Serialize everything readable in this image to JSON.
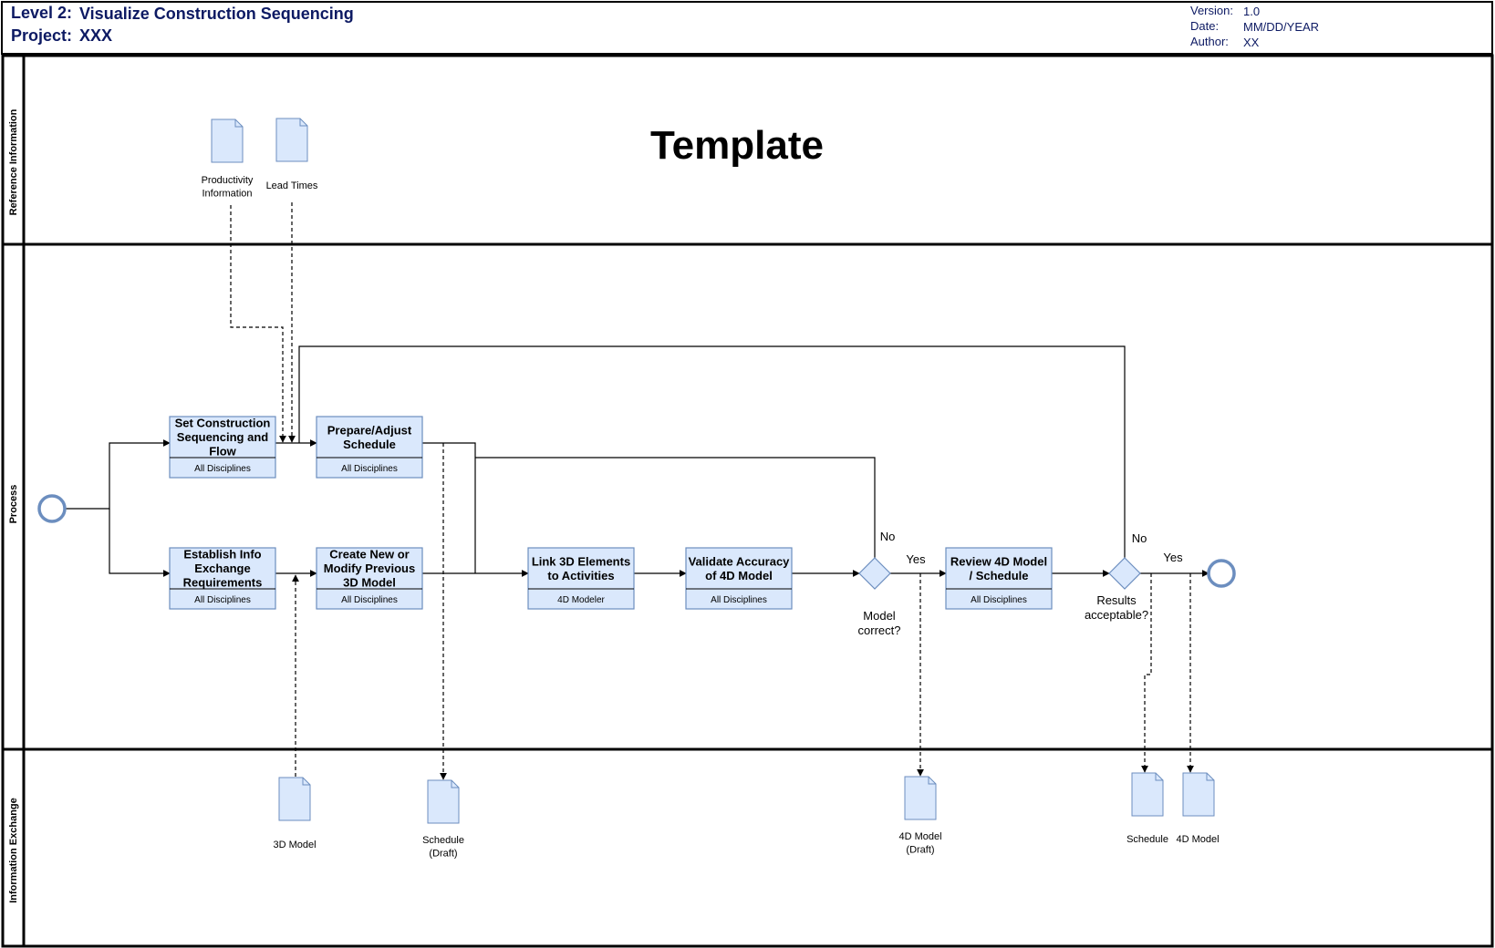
{
  "header": {
    "level_label": "Level 2:",
    "title": "Visualize Construction Sequencing",
    "project_label": "Project:",
    "project_value": "XXX",
    "version_label": "Version:",
    "version_value": "1.0",
    "date_label": "Date:",
    "date_value": "MM/DD/YEAR",
    "author_label": "Author:",
    "author_value": "XX"
  },
  "lanes": {
    "reference": "Reference Information",
    "process": "Process",
    "exchange": "Information Exchange"
  },
  "watermark": "Template",
  "reference_docs": [
    {
      "lines": [
        "Productivity",
        "Information"
      ]
    },
    {
      "lines": [
        "Lead Times"
      ]
    }
  ],
  "tasks": [
    {
      "id": "set-seq",
      "lines": [
        "Set Construction",
        "Sequencing and",
        "Flow"
      ],
      "role": "All Disciplines"
    },
    {
      "id": "prepare",
      "lines": [
        "Prepare/Adjust",
        "Schedule"
      ],
      "role": "All Disciplines"
    },
    {
      "id": "establish",
      "lines": [
        "Establish Info",
        "Exchange",
        "Requirements"
      ],
      "role": "All Disciplines"
    },
    {
      "id": "create",
      "lines": [
        "Create New or",
        "Modify Previous",
        "3D Model"
      ],
      "role": "All Disciplines"
    },
    {
      "id": "link",
      "lines": [
        "Link 3D Elements",
        "to Activities"
      ],
      "role": "4D Modeler"
    },
    {
      "id": "validate",
      "lines": [
        "Validate Accuracy",
        "of 4D Model"
      ],
      "role": "All Disciplines"
    },
    {
      "id": "review",
      "lines": [
        "Review 4D Model",
        "/ Schedule"
      ],
      "role": "All Disciplines"
    }
  ],
  "gateways": [
    {
      "lines": [
        "Model",
        "correct?"
      ],
      "no_label": "No",
      "yes_label": "Yes"
    },
    {
      "lines": [
        "Results",
        "acceptable?"
      ],
      "no_label": "No",
      "yes_label": "Yes"
    }
  ],
  "exchange_docs": [
    {
      "lines": [
        "3D Model"
      ]
    },
    {
      "lines": [
        "Schedule",
        "(Draft)"
      ]
    },
    {
      "lines": [
        "4D Model",
        "(Draft)"
      ]
    },
    {
      "lines": [
        "Schedule"
      ]
    },
    {
      "lines": [
        "4D Model"
      ]
    }
  ],
  "colors": {
    "task_fill": "#dae8fc",
    "task_stroke": "#6c8ebf",
    "event_stroke": "#6c8ebf",
    "header_text": "#0d1a63"
  }
}
